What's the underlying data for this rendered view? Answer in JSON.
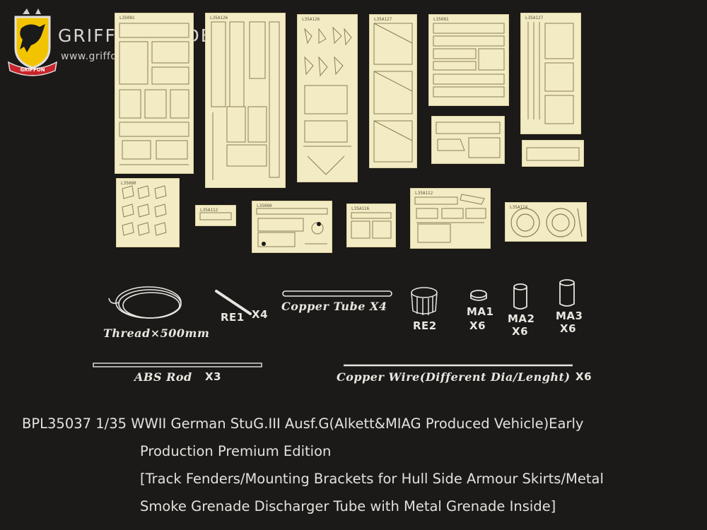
{
  "brand": {
    "name": "GRIFFON MODEL",
    "website": "www.griffonmodel.com",
    "shield_text": "GRIFFON"
  },
  "sheets": [
    {
      "code": "L35081"
    },
    {
      "code": "L35A126"
    },
    {
      "code": "L35A126"
    },
    {
      "code": "L35A127"
    },
    {
      "code": "L35081"
    },
    {
      "code": "L35A127"
    },
    {
      "code": ""
    },
    {
      "code": ""
    },
    {
      "code": "L35060"
    },
    {
      "code": "L35A112"
    },
    {
      "code": "L35060"
    },
    {
      "code": "L35A116"
    },
    {
      "code": "L35A112"
    },
    {
      "code": "L35A114"
    }
  ],
  "parts": {
    "thread": "Thread×500mm",
    "re1": "RE1",
    "re1_qty": "X4",
    "copper_tube": "Copper Tube X4",
    "re2": "RE2",
    "ma1": "MA1",
    "ma1_qty": "X6",
    "ma2": "MA2",
    "ma2_qty": "X6",
    "ma3": "MA3",
    "ma3_qty": "X6",
    "abs_rod": "ABS Rod",
    "abs_rod_qty": "X3",
    "copper_wire": "Copper Wire(Different Dia/Lenght)",
    "copper_wire_qty": "X6"
  },
  "product": {
    "line1": "BPL35037  1/35  WWII German StuG.III Ausf.G(Alkett&MIAG Produced Vehicle)Early",
    "line2": "Production  Premium Edition",
    "line3": "[Track Fenders/Mounting Brackets for Hull Side Armour Skirts/Metal",
    "line4": "Smoke Grenade Discharger Tube with Metal Grenade Inside]"
  },
  "colors": {
    "background": "#1c1a19",
    "brass": "#f3ebc3",
    "text": "#e4e1dc",
    "shield_yellow": "#f2c400",
    "shield_red": "#c8252c"
  }
}
